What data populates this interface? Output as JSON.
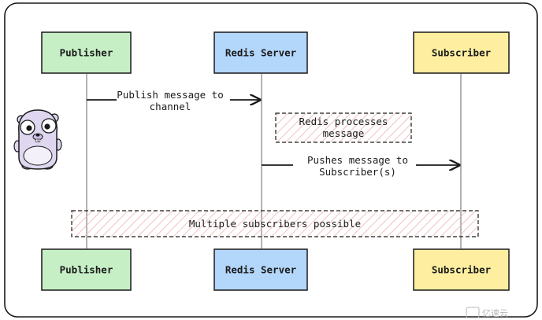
{
  "participants": {
    "publisher": {
      "label": "Publisher",
      "color": "#c6efc6"
    },
    "redis": {
      "label": "Redis Server",
      "color": "#b3d6fb"
    },
    "subscriber": {
      "label": "Subscriber",
      "color": "#fdeea0"
    }
  },
  "messages": {
    "publish": {
      "line1": "Publish message to",
      "line2": "channel"
    },
    "pushes": {
      "line1": "Pushes message to",
      "line2": "Subscriber(s)"
    }
  },
  "notes": {
    "processes": {
      "line1": "Redis processes",
      "line2": "message"
    },
    "multiple": {
      "text": "Multiple subscribers possible"
    }
  },
  "watermark": {
    "text": "亿速云"
  },
  "colors": {
    "frame": "#1a1a1a",
    "lifeline": "#9a9a9a",
    "hatch": "#f0b3b3",
    "gopher_body": "#ded7ef"
  },
  "icons": {
    "mascot": "gopher-mascot"
  }
}
